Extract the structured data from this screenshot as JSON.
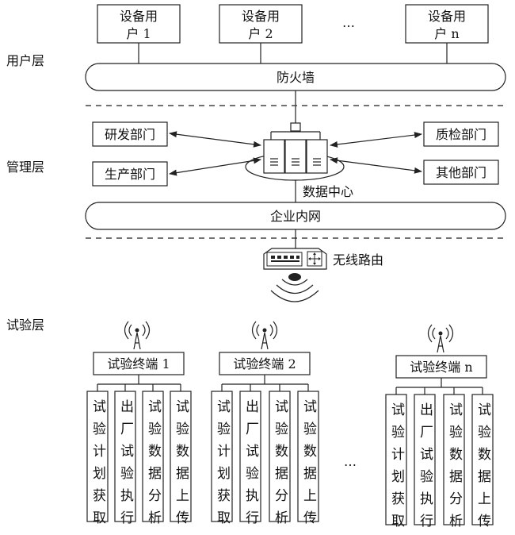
{
  "layers": {
    "user": "用户层",
    "management": "管理层",
    "test": "试验层"
  },
  "device_users": [
    {
      "line1": "设备用",
      "line2": "户 1"
    },
    {
      "line1": "设备用",
      "line2": "户 2"
    },
    {
      "line1": "设备用",
      "line2": "户 n"
    }
  ],
  "ellipsis": "…",
  "firewall": "防火墙",
  "departments": {
    "rd": "研发部门",
    "production": "生产部门",
    "quality": "质检部门",
    "other": "其他部门"
  },
  "data_center": "数据中心",
  "intranet": "企业内网",
  "router": "无线路由",
  "terminals": [
    {
      "label": "试验终端 1",
      "columns": [
        "试验计划获取",
        "出厂试验执行",
        "试验数据分析",
        "试验数据上传"
      ]
    },
    {
      "label": "试验终端 2",
      "columns": [
        "试验计划获取",
        "出厂试验执行",
        "试验数据分析",
        "试验数据上传"
      ]
    },
    {
      "label": "试验终端 n",
      "columns": [
        "试验计划获取",
        "出厂试验执行",
        "试验数据分析",
        "试验数据上传"
      ]
    }
  ]
}
